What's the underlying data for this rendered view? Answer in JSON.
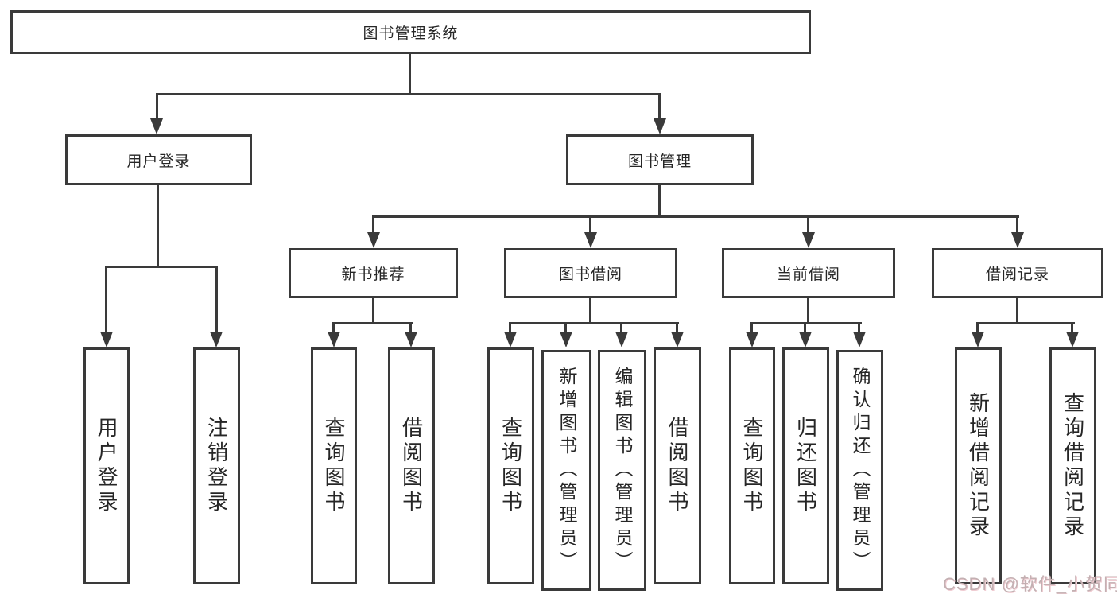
{
  "colors": {
    "line": "#3a3a3a",
    "text": "#262626",
    "bg": "#ffffff",
    "watermark": "#c3b0b2"
  },
  "nodes": {
    "root": "图书管理系统",
    "user_login": "用户登录",
    "book_mgmt": "图书管理",
    "new_book_rec": "新书推荐",
    "book_borrow": "图书借阅",
    "current_borrow": "当前借阅",
    "borrow_record": "借阅记录",
    "leaf_user_login": "用户登录",
    "leaf_logout": "注销登录",
    "nb_query": "查询图书",
    "nb_borrow": "借阅图书",
    "bb_query": "查询图书",
    "bb_add": "新增图书（管理员）",
    "bb_edit": "编辑图书（管理员）",
    "bb_borrow": "借阅图书",
    "cb_query": "查询图书",
    "cb_return": "归还图书",
    "cb_confirm": "确认归还（管理员）",
    "br_add": "新增借阅记录",
    "br_query": "查询借阅记录"
  },
  "watermark": "CSDN @软件_小贺同学"
}
